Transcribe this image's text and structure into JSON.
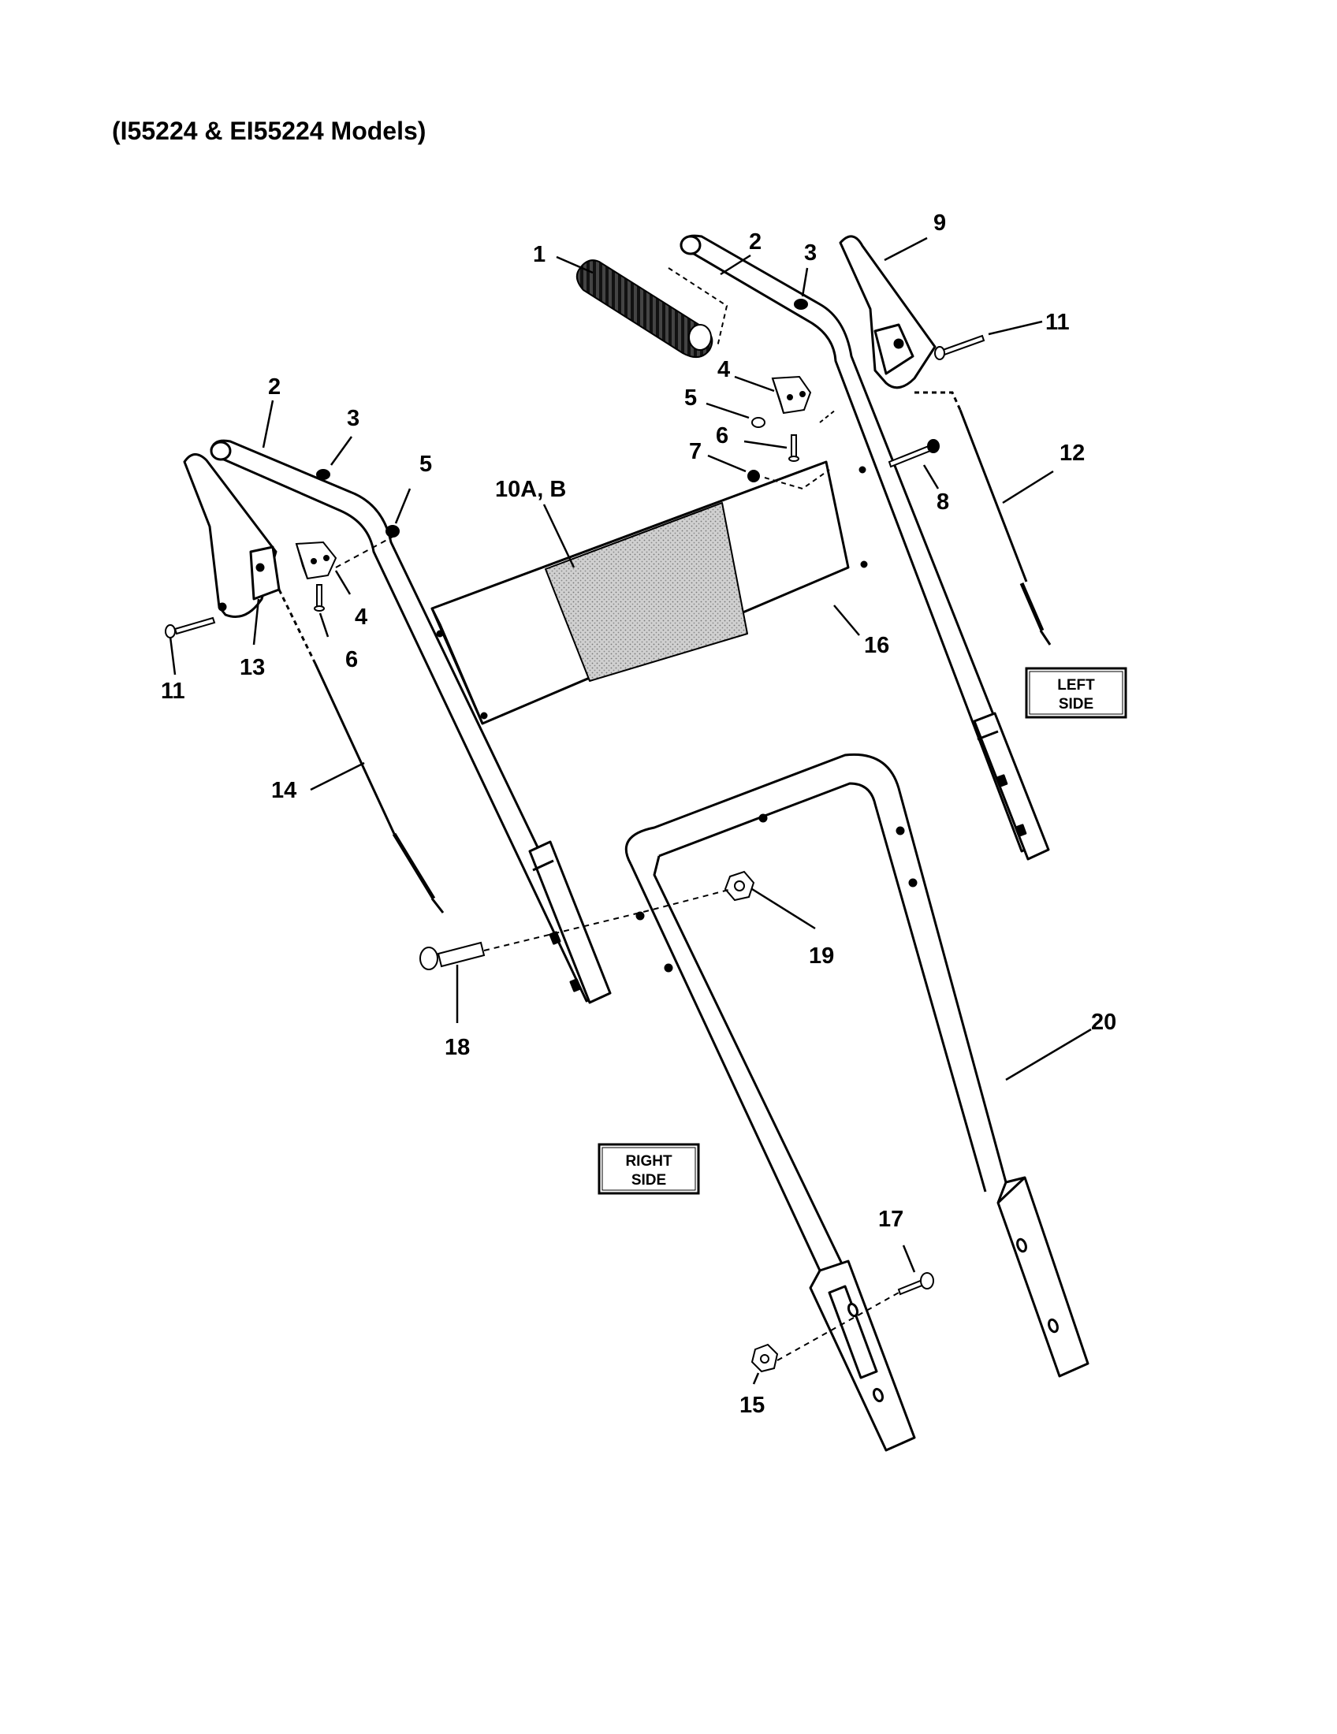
{
  "title": "(I55224 & EI55224 Models)",
  "side_labels": {
    "left_side": [
      "LEFT",
      "SIDE"
    ],
    "right_side": [
      "RIGHT",
      "SIDE"
    ]
  },
  "callouts": {
    "c1": "1",
    "c2_right": "2",
    "c2_left": "2",
    "c3_right": "3",
    "c3_left": "3",
    "c4_right": "4",
    "c4_left": "4",
    "c5_right": "5",
    "c5_left": "5",
    "c6_right": "6",
    "c6_left": "6",
    "c7": "7",
    "c8": "8",
    "c9": "9",
    "c10": "10A, B",
    "c11_right": "11",
    "c11_left": "11",
    "c12": "12",
    "c13": "13",
    "c14": "14",
    "c15": "15",
    "c16": "16",
    "c17": "17",
    "c18": "18",
    "c19": "19",
    "c20": "20"
  },
  "colors": {
    "ink": "#000000",
    "paper": "#ffffff",
    "decal_fill": "#c8c8c8",
    "grip_fill": "#333333"
  }
}
